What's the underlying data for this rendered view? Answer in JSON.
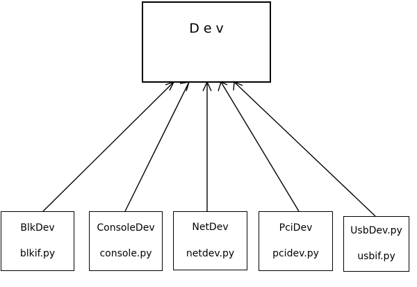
{
  "diagram": {
    "title": "Dev",
    "root": {
      "name": "Dev"
    },
    "subclasses": [
      {
        "name": "BlkDev",
        "file": "blkif.py"
      },
      {
        "name": "ConsoleDev",
        "file": "console.py"
      },
      {
        "name": "NetDev",
        "file": "netdev.py"
      },
      {
        "name": "PciDev",
        "file": "pcidev.py"
      },
      {
        "name": "UsbDev.py",
        "file": "usbif.py"
      }
    ],
    "colors": {
      "background": "#ffffff",
      "stroke": "#000000",
      "box_fill": "#ffffff"
    }
  }
}
